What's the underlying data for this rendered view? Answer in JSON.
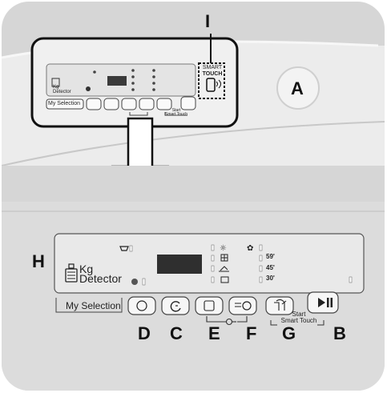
{
  "callouts": {
    "I": "I",
    "A": "A",
    "H": "H",
    "D": "D",
    "C": "C",
    "E": "E",
    "F": "F",
    "G": "G",
    "B": "B"
  },
  "panel": {
    "brand_kg": "Kg",
    "brand_detector": "Detector",
    "my_selection": "My Selection",
    "times": [
      "59'",
      "45'",
      "30'"
    ],
    "start": "Start",
    "smart_touch": "Smart Touch"
  },
  "small_panel": {
    "kg": "Kg",
    "detector": "Detector",
    "my_selection": "My Selection",
    "start": "Start",
    "smart_touch": "Smart Touch"
  },
  "smart_touch_badge": {
    "line1": "SMART",
    "line2": "TOUCH"
  },
  "colors": {
    "background": "#d6d6d6",
    "panel": "#e9e9e9",
    "display": "#2f2f2f",
    "outline": "#111111"
  }
}
